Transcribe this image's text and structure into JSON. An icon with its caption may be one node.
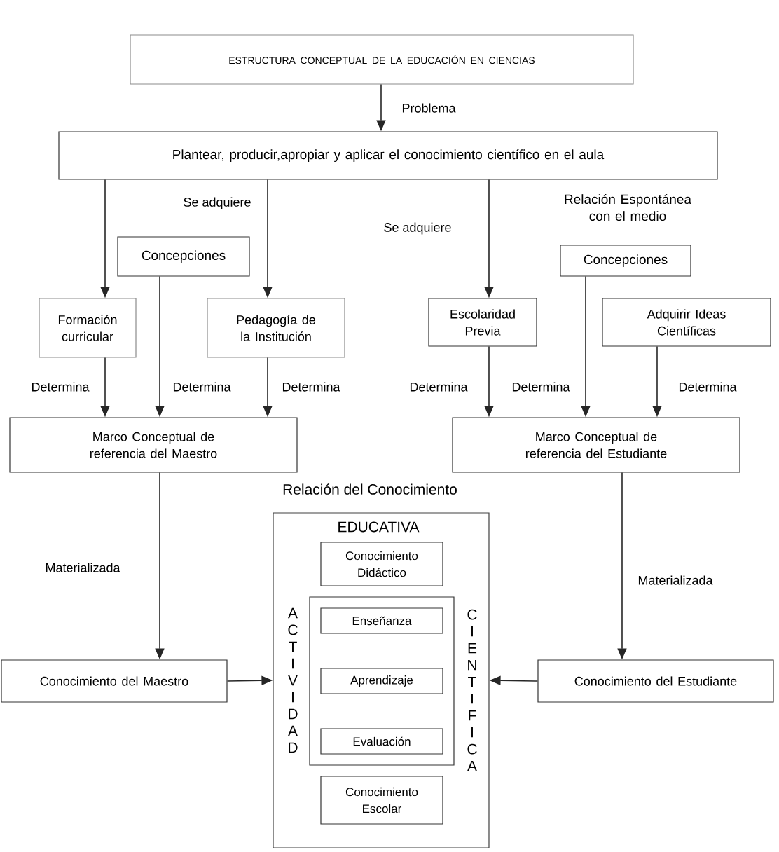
{
  "diagram": {
    "nodes": [
      {
        "text": [
          "ESTRUCTURA CONCEPTUAL DE LA EDUCACIÓN EN CIENCIAS"
        ]
      },
      {
        "text": [
          "Plantear, producir,apropiar y aplicar el conocimiento científico en el aula"
        ]
      },
      {
        "text": [
          "Concepciones"
        ]
      },
      {
        "text": [
          "Formación curricular"
        ]
      },
      {
        "text": [
          "Pedagogía de la Institución"
        ]
      },
      {
        "text": [
          "Concepciones"
        ]
      },
      {
        "text": [
          "Escolaridad Previa"
        ]
      },
      {
        "text": [
          "Adquirir Ideas Científicas"
        ]
      },
      {
        "text": [
          "Marco Conceptual de referencia del Maestro"
        ]
      },
      {
        "text": [
          "Marco Conceptual de referencia del Estudiante"
        ]
      },
      {
        "text": [
          "Relación del Conocimiento",
          "EDUCATIVA",
          "A C T I V I D A D",
          "C I E N T I F I C A"
        ]
      },
      {
        "text": [
          "Conocimiento Didáctico"
        ],
        "in": 10
      },
      {
        "text": [],
        "shape": "box",
        "in": 10
      },
      {
        "text": [
          "Enseñanza"
        ],
        "in": 12
      },
      {
        "text": [
          "Aprendizaje"
        ],
        "in": 12
      },
      {
        "text": [
          "Evaluación"
        ],
        "in": 12
      },
      {
        "text": [
          "Conocimiento Escolar"
        ],
        "in": 10
      },
      {
        "text": [
          "Conocimiento del Maestro"
        ]
      },
      {
        "text": [
          "Conocimiento del Estudiante"
        ]
      }
    ],
    "edges": [
      {
        "from": 0,
        "to": 1,
        "arrow": "to",
        "label": "Problema"
      },
      {
        "from": 1,
        "to": 3,
        "arrow": "to"
      },
      {
        "from": 1,
        "to": 4,
        "arrow": "to",
        "label": "Se adquiere"
      },
      {
        "from": 1,
        "to": 6,
        "arrow": "to",
        "label": "Se adquiere"
      },
      {
        "from": 3,
        "to": 8,
        "arrow": "to",
        "label": "Determina"
      },
      {
        "from": 2,
        "to": 8,
        "arrow": "to",
        "label": "Determina"
      },
      {
        "from": 4,
        "to": 8,
        "arrow": "to",
        "label": "Determina"
      },
      {
        "from": 6,
        "to": 9,
        "arrow": "to",
        "label": "Determina"
      },
      {
        "from": 5,
        "to": 9,
        "arrow": "to",
        "label": "Determina"
      },
      {
        "from": 7,
        "to": 9,
        "arrow": "to",
        "label": "Determina"
      },
      {
        "from": 8,
        "to": 17,
        "arrow": "to",
        "label": "Materializada"
      },
      {
        "from": 9,
        "to": 18,
        "arrow": "to",
        "label": "Materializada"
      },
      {
        "from": 17,
        "to": 10,
        "arrow": "to"
      },
      {
        "from": 18,
        "to": 10,
        "arrow": "to"
      }
    ],
    "labels": [
      "Relación Espontánea con el medio"
    ]
  }
}
